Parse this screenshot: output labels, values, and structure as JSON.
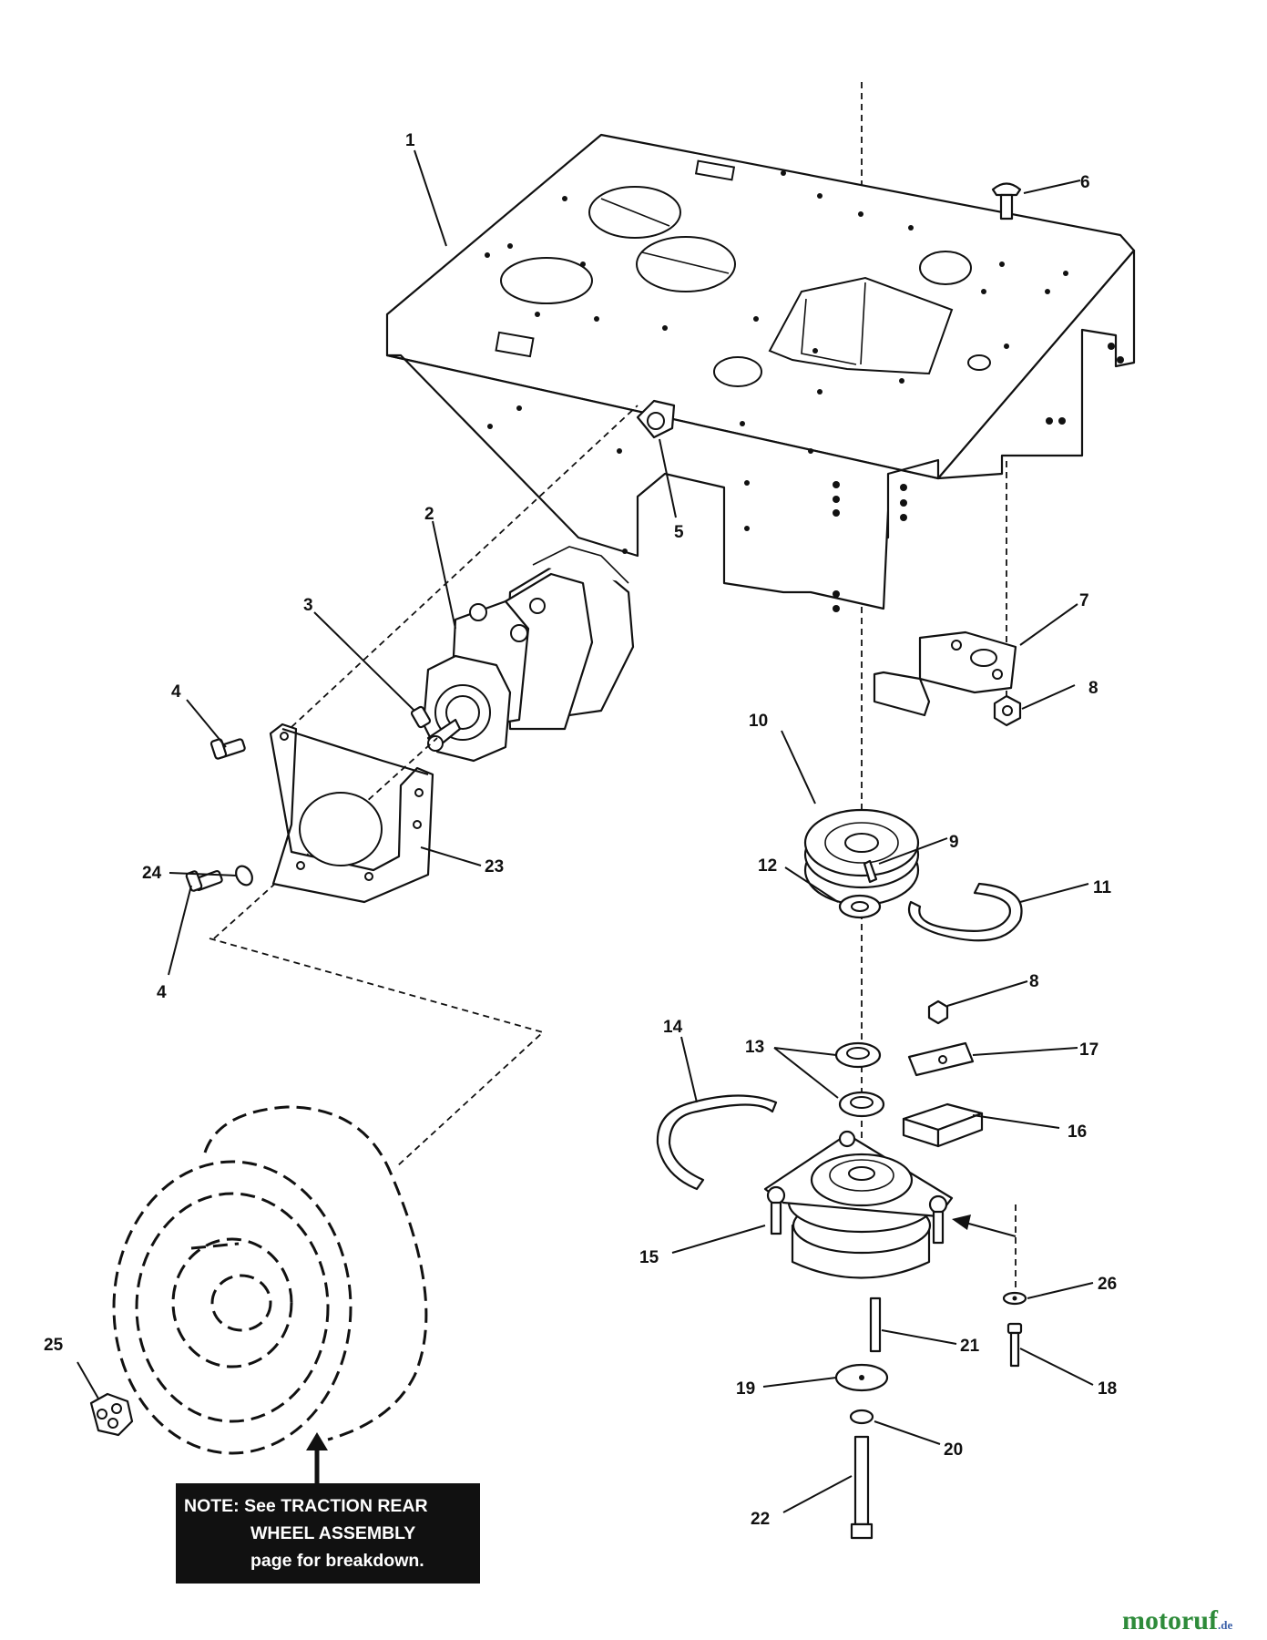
{
  "callouts": {
    "c1": "1",
    "c2": "2",
    "c3": "3",
    "c4a": "4",
    "c4b": "4",
    "c5": "5",
    "c6": "6",
    "c7": "7",
    "c8a": "8",
    "c8b": "8",
    "c9": "9",
    "c10": "10",
    "c11": "11",
    "c12": "12",
    "c13": "13",
    "c14": "14",
    "c15": "15",
    "c16": "16",
    "c17": "17",
    "c18": "18",
    "c19": "19",
    "c20": "20",
    "c21": "21",
    "c22": "22",
    "c23": "23",
    "c24": "24",
    "c25": "25",
    "c26": "26"
  },
  "note": {
    "line1": "NOTE: See TRACTION REAR",
    "line2": "WHEEL ASSEMBLY",
    "line3": "page for breakdown."
  },
  "watermark": {
    "brand": "motoruf",
    "suffix": ".de",
    "color_m": "#3a5fa8",
    "color_rest": "#2e8b3a"
  }
}
